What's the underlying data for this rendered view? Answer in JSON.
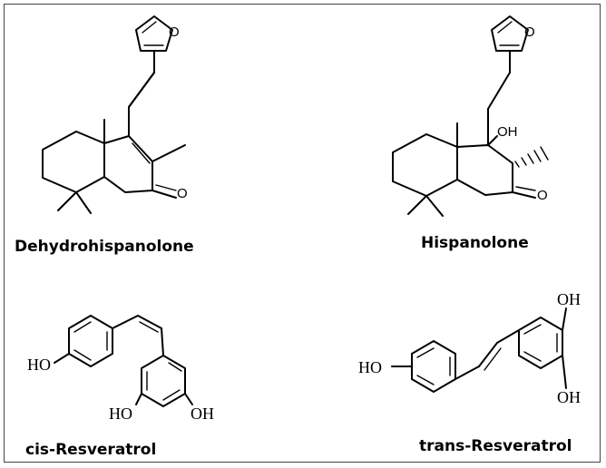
{
  "compounds": [
    {
      "name": "Dehydrohispanolone"
    },
    {
      "name": "Hispanolone"
    },
    {
      "name": "cis-Resveratrol"
    },
    {
      "name": "trans-Resveratrol"
    }
  ],
  "atom_labels": {
    "oxygen": "O",
    "hydroxyl_left": "HO",
    "hydroxyl_right": "OH",
    "hydroxyl_sans": "OH"
  }
}
